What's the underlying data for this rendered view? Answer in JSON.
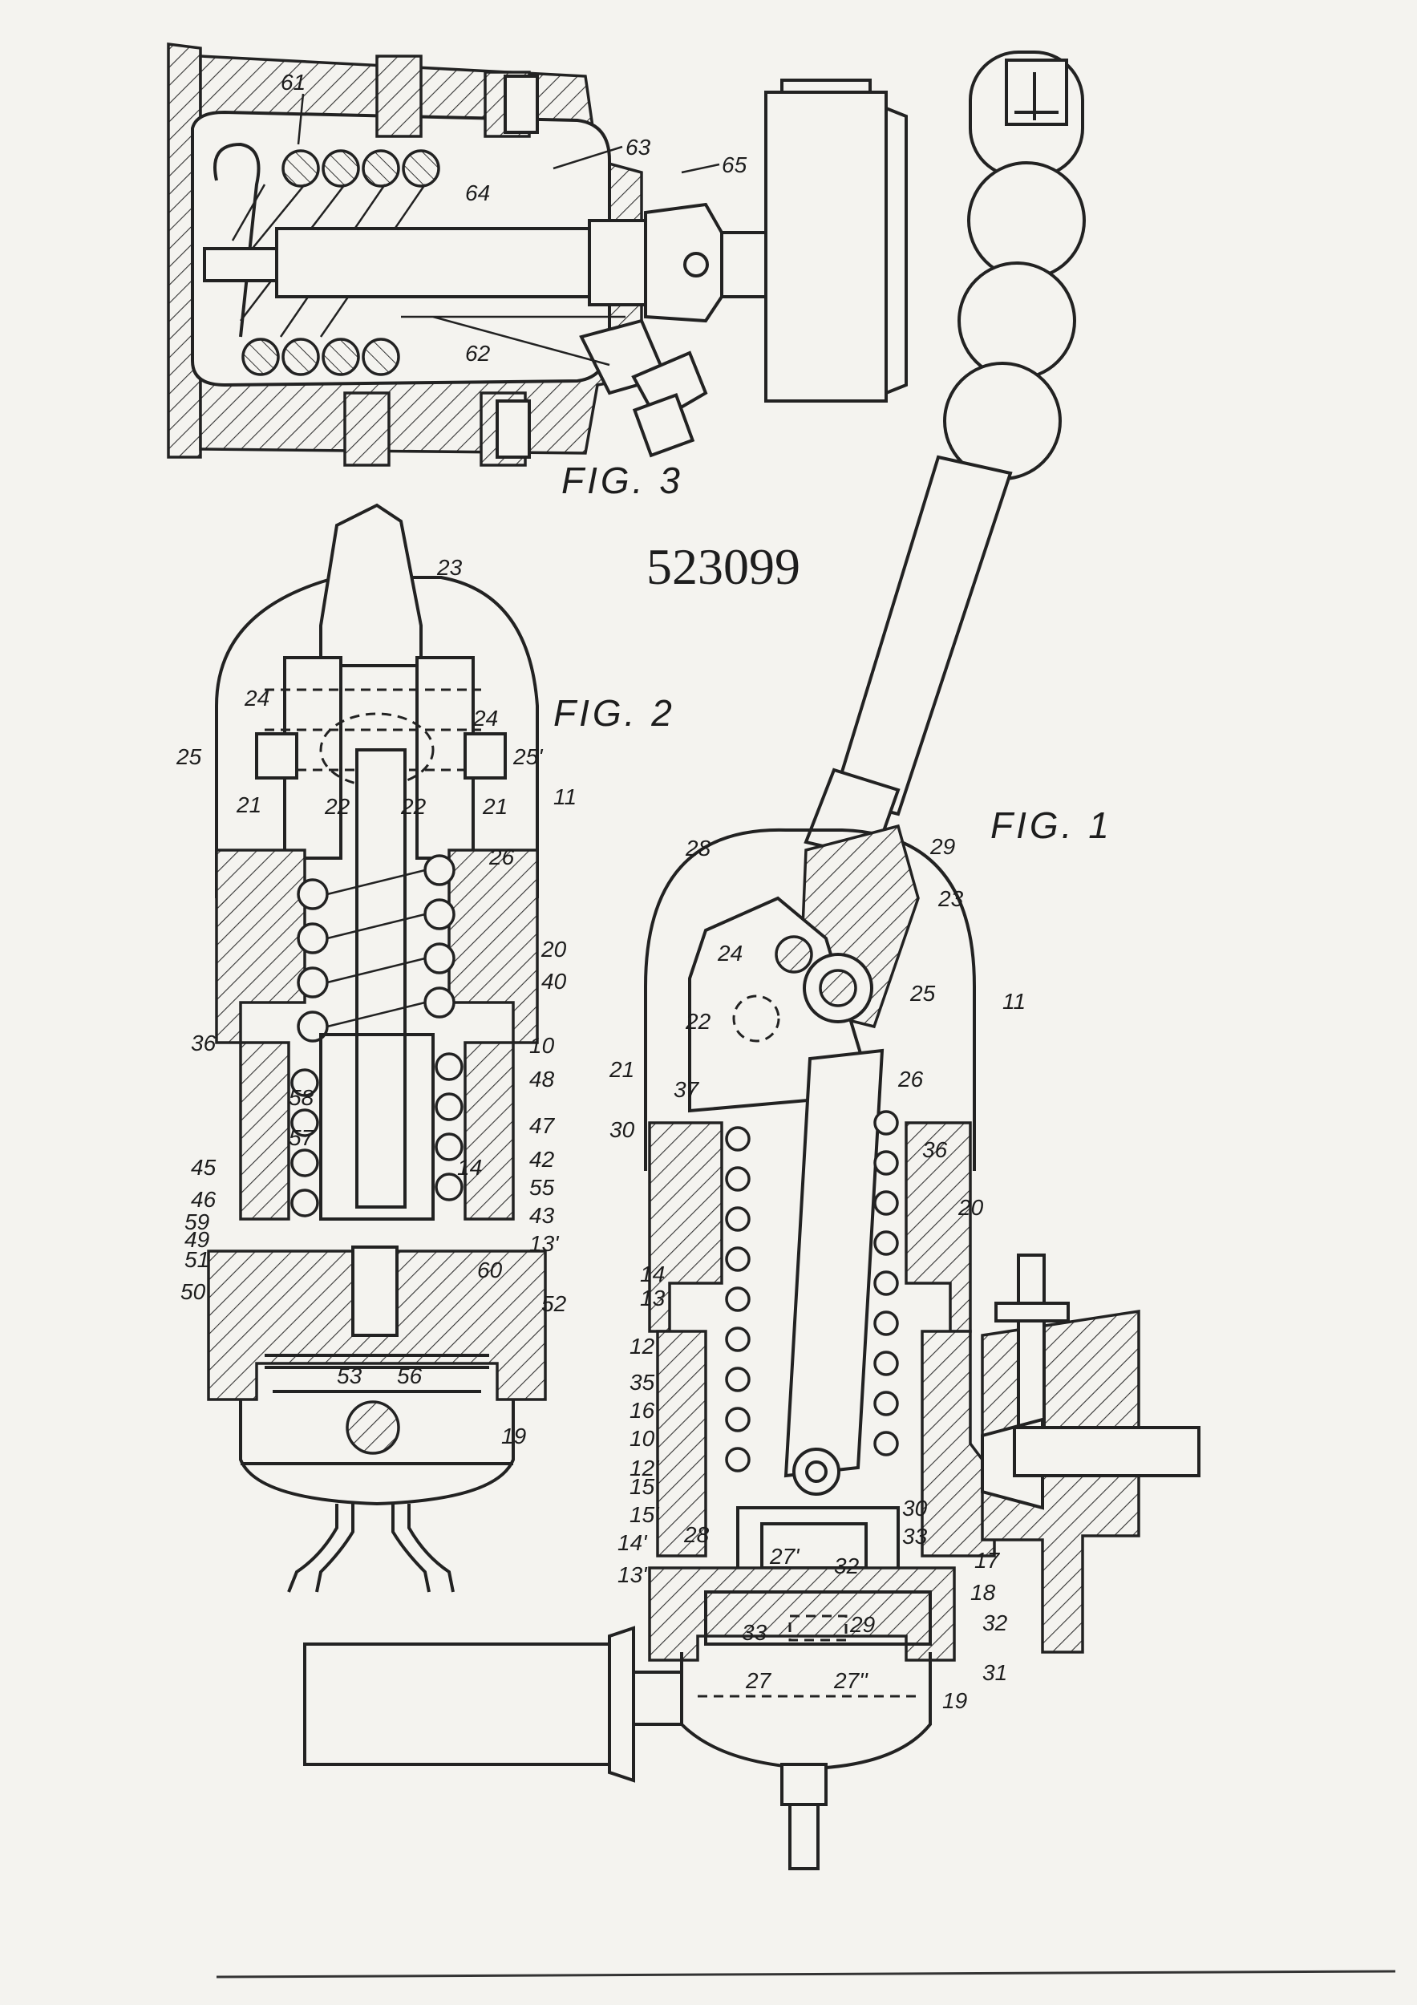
{
  "patent_number": "523099",
  "figures": {
    "fig3": {
      "title": "FIG. 3",
      "labels": [
        "61",
        "63",
        "64",
        "65",
        "62"
      ]
    },
    "fig2": {
      "title": "FIG. 2",
      "labels": [
        "23",
        "24",
        "24",
        "25",
        "25'",
        "21",
        "22",
        "22",
        "21",
        "11",
        "26",
        "20",
        "40",
        "36",
        "10",
        "48",
        "58",
        "47",
        "57",
        "42",
        "45",
        "14",
        "55",
        "46",
        "43",
        "59",
        "13'",
        "49",
        "51",
        "60",
        "50",
        "52",
        "53",
        "56",
        "19"
      ]
    },
    "fig1": {
      "title": "FIG. 1",
      "labels": [
        "28",
        "29",
        "23",
        "24",
        "25",
        "11",
        "22",
        "21",
        "37",
        "26",
        "30",
        "36",
        "20",
        "14",
        "13",
        "12",
        "35",
        "16",
        "10",
        "12'",
        "15",
        "15'",
        "28",
        "14'",
        "13'",
        "27'",
        "32",
        "30",
        "33",
        "17",
        "18",
        "32",
        "33",
        "29",
        "27",
        "27''",
        "31",
        "19"
      ]
    }
  }
}
